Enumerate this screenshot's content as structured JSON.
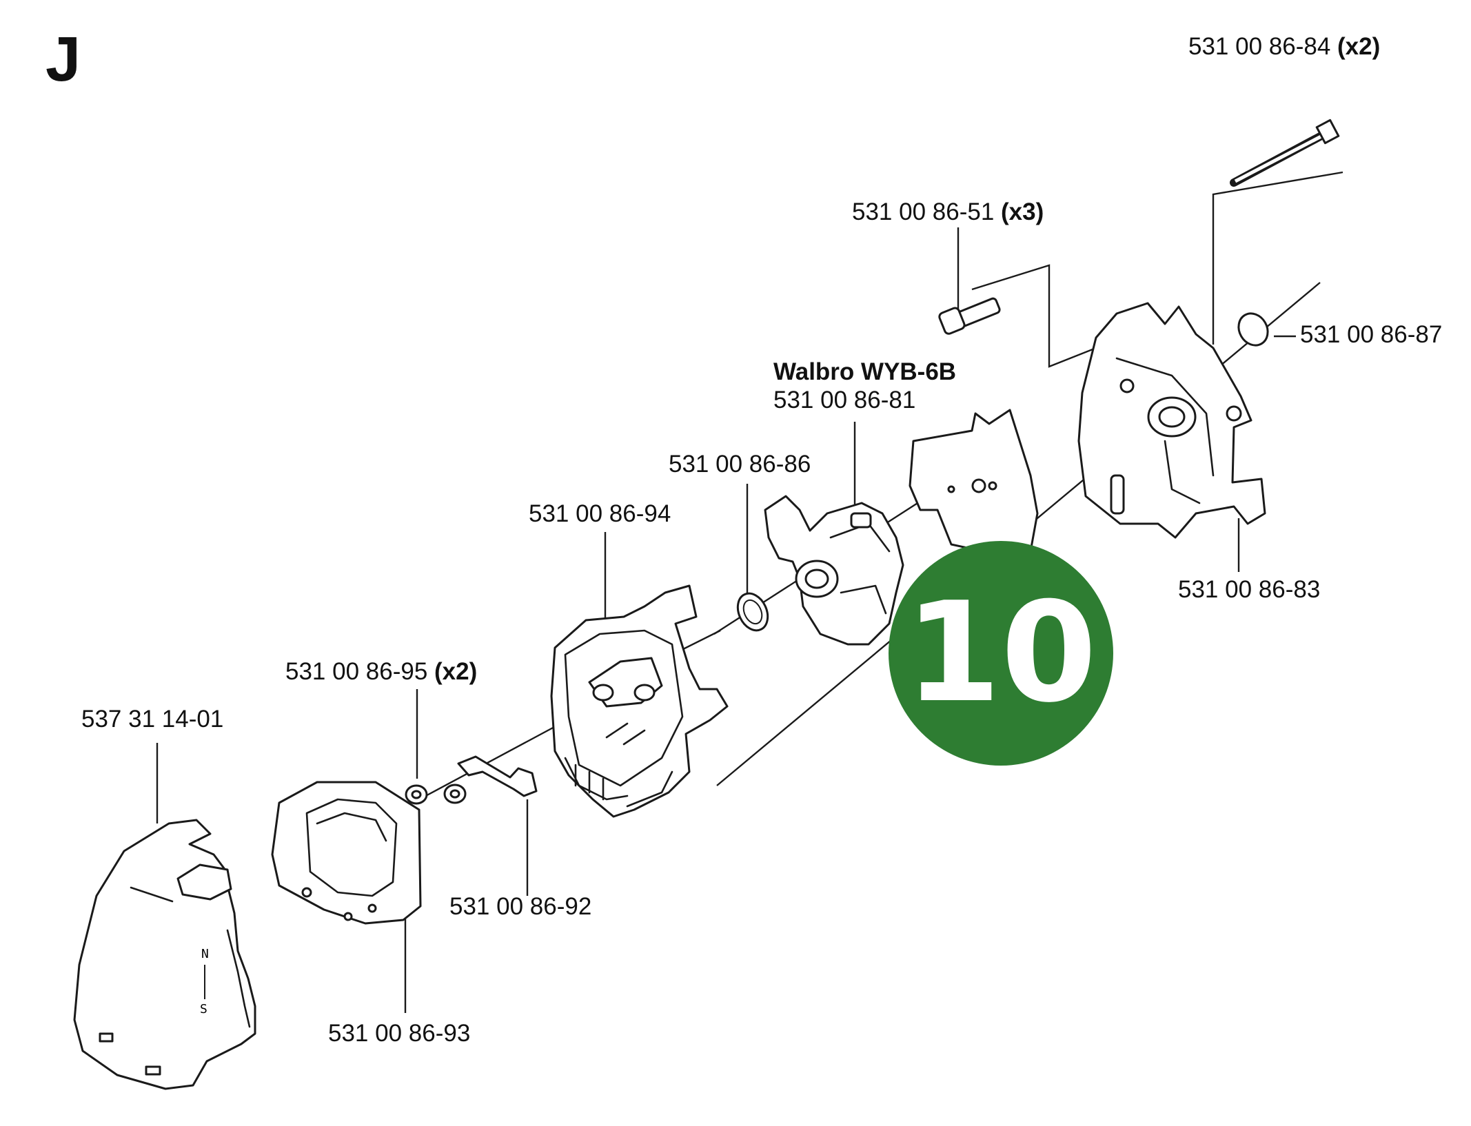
{
  "section_letter": "J",
  "badge": {
    "text": "10",
    "color": "#2e7d32"
  },
  "labels": {
    "bolt_long": {
      "part": "531 00 86-84",
      "qty": "(x2)"
    },
    "bolt_short": {
      "part": "531 00 86-51",
      "qty": "(x3)"
    },
    "oring_right": {
      "part": "531 00 86-87"
    },
    "carburetor": {
      "name": "Walbro WYB-6B",
      "part": "531 00 86-81"
    },
    "oring_mid": {
      "part": "531 00 86-86"
    },
    "filter_housing": {
      "part": "531 00 86-94"
    },
    "intake_holder": {
      "part": "531 00 86-83"
    },
    "nuts": {
      "part": "531 00 86-95",
      "qty": "(x2)"
    },
    "cover": {
      "part": "537 31 14-01"
    },
    "bracket": {
      "part": "531 00 86-92"
    },
    "filter": {
      "part": "531 00 86-93"
    }
  },
  "cover_marks": {
    "top": "N",
    "bottom": "S"
  }
}
